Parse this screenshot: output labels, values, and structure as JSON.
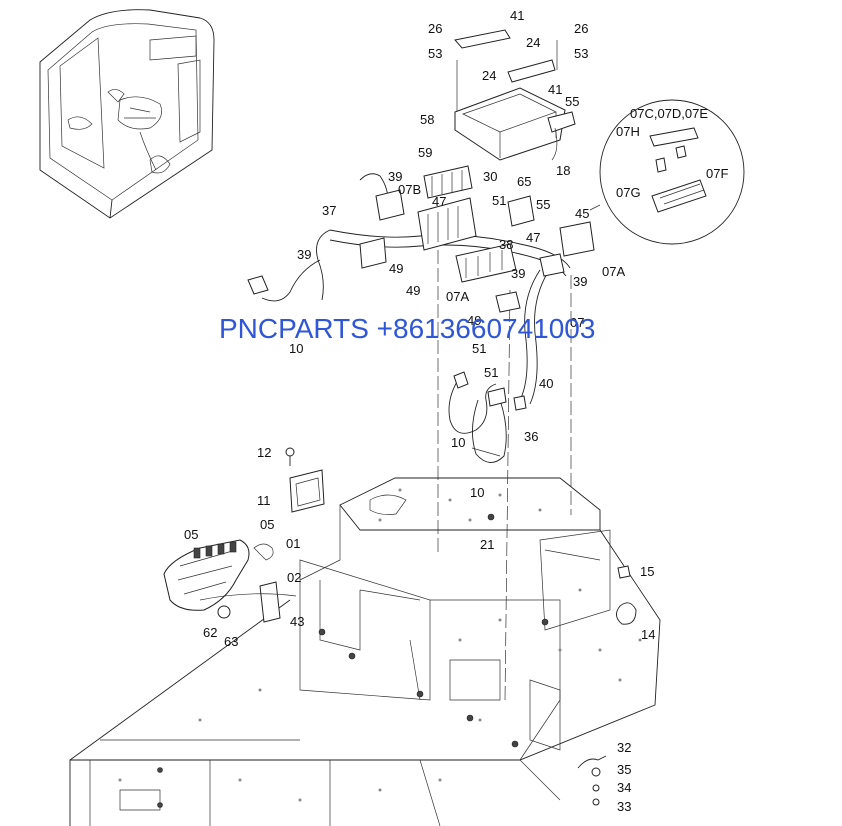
{
  "watermark": "PNCPARTS +8613660741003",
  "callouts": {
    "c41": "41",
    "c26a": "26",
    "c26b": "26",
    "c53a": "53",
    "c53b": "53",
    "c24a": "24",
    "c24b": "24",
    "c41b": "41",
    "c55a": "55",
    "c58": "58",
    "c18": "18",
    "c07cde": "07C,07D,07E",
    "c07h": "07H",
    "c07g": "07G",
    "c07f": "07F",
    "c59": "59",
    "c30": "30",
    "c65": "65",
    "c39a": "39",
    "c07b": "07B",
    "c47a": "47",
    "c51a": "51",
    "c55b": "55",
    "c45": "45",
    "c37": "37",
    "c47b": "47",
    "c38": "38",
    "c39b": "39",
    "c49a": "49",
    "c49b": "49",
    "c07a1": "07A",
    "c39c": "39",
    "c07a2": "07A",
    "c39d": "39",
    "c49c": "49",
    "c07": "07",
    "c10a": "10",
    "c51b": "51",
    "c51c": "51",
    "c40": "40",
    "c10b": "10",
    "c36": "36",
    "c10c": "10",
    "c12": "12",
    "c11": "11",
    "c05a": "05",
    "c05b": "05",
    "c01": "01",
    "c02": "02",
    "c21": "21",
    "c15": "15",
    "c43": "43",
    "c62": "62",
    "c63": "63",
    "c14": "14",
    "c32": "32",
    "c35": "35",
    "c34": "34",
    "c33": "33"
  }
}
